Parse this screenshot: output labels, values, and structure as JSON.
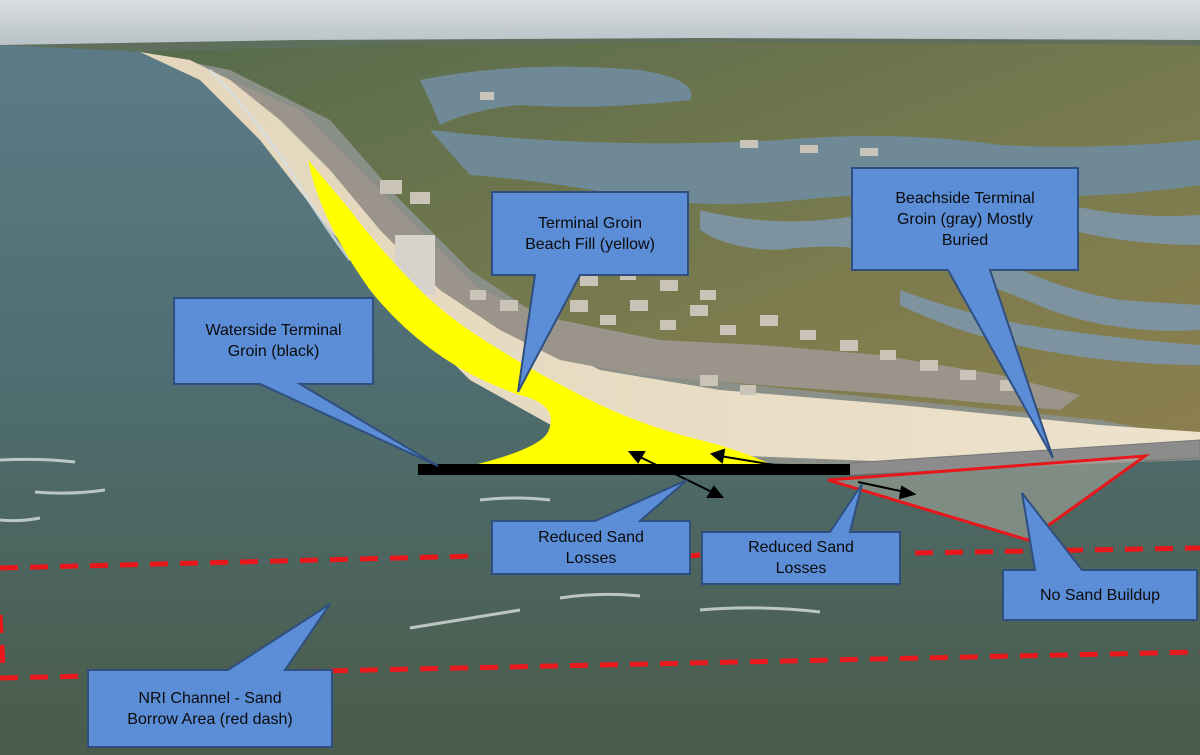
{
  "callouts": {
    "beach_fill": "Terminal Groin\nBeach Fill (yellow)",
    "beachside_groin": "Beachside Terminal\nGroin (gray) Mostly\nBuried",
    "waterside_groin": "Waterside Terminal\nGroin (black)",
    "reduced_losses_left": "Reduced Sand\nLosses",
    "reduced_losses_right": "Reduced Sand\nLosses",
    "no_sand_buildup": "No Sand Buildup",
    "nri_channel": "NRI Channel - Sand\nBorrow Area (red dash)"
  },
  "colors": {
    "beach_fill": "#ffff00",
    "waterside_groin": "#000000",
    "beachside_groin": "#8c8c8c",
    "borrow_area_dash": "#e8171b",
    "no_buildup_outline": "#e8171b",
    "callout_fill": "#5b8ed6",
    "callout_border": "#2f4f80"
  }
}
